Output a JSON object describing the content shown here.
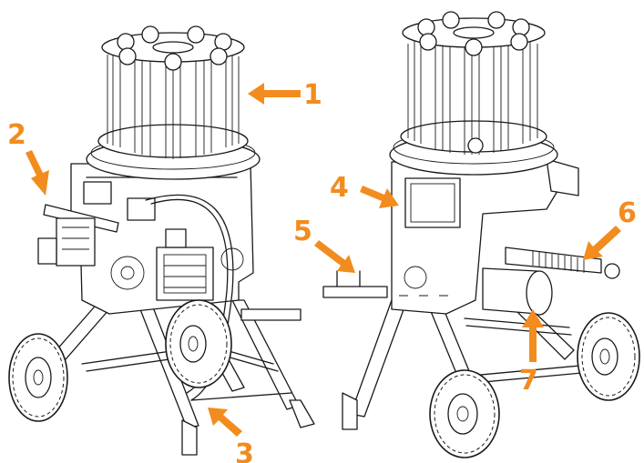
{
  "colors": {
    "callout": "#f28c1e",
    "line": "#1a1a1a",
    "background": "#ffffff"
  },
  "callouts": [
    {
      "id": "1",
      "label": "1"
    },
    {
      "id": "2",
      "label": "2"
    },
    {
      "id": "3",
      "label": "3"
    },
    {
      "id": "4",
      "label": "4"
    },
    {
      "id": "5",
      "label": "5"
    },
    {
      "id": "6",
      "label": "6"
    },
    {
      "id": "7",
      "label": "7"
    }
  ]
}
